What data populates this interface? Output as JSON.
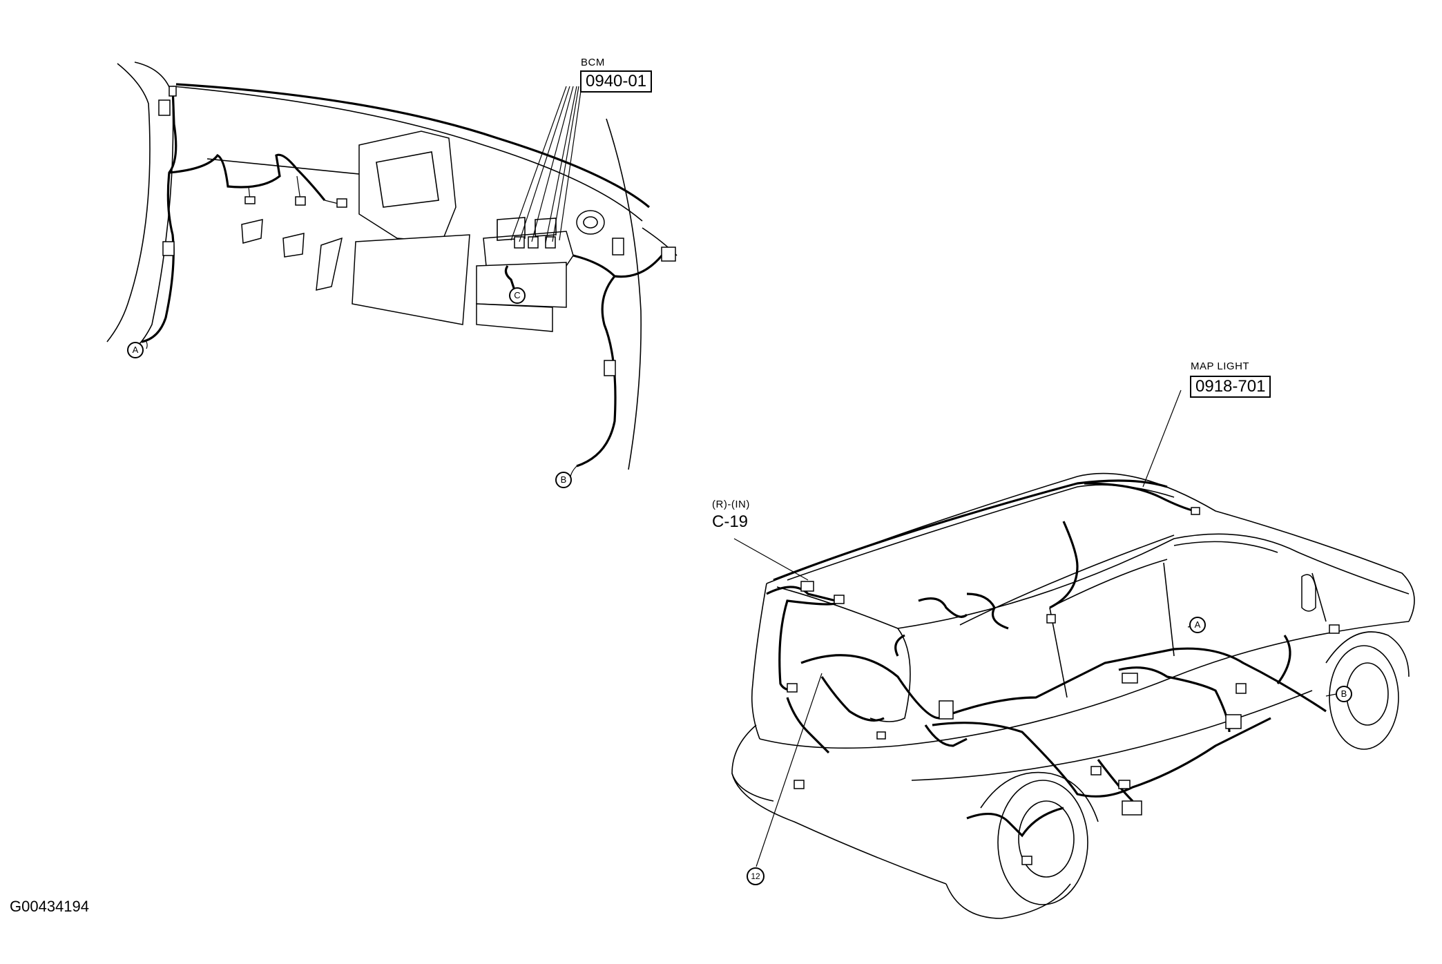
{
  "labels": {
    "bcm_title": "BCM",
    "bcm_code": "0940-01",
    "map_light_title": "MAP LIGHT",
    "map_light_code": "0918-701",
    "c19_sub": "(R)-(IN)",
    "c19_code": "C-19",
    "figure_id": "G00434194"
  },
  "markers": {
    "a_dash": "A",
    "b_dash": "B",
    "c_dash": "C",
    "a_car": "A",
    "b_car": "B",
    "twelve": "12"
  }
}
